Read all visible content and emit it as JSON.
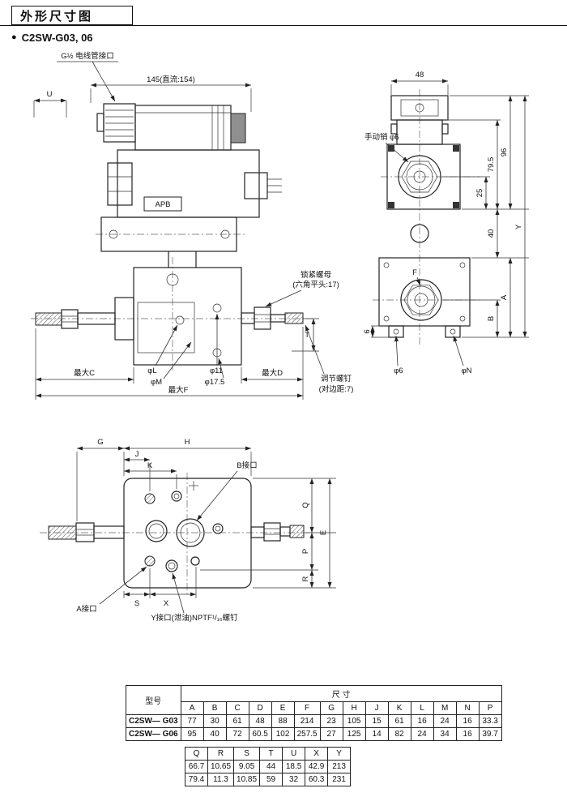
{
  "page": {
    "title": "外形尺寸图",
    "bullet": "●",
    "model_line": "C2SW-G03, 06"
  },
  "front_view": {
    "conduit_label": "G½ 电线管接口",
    "dim_width": "145(直流:154)",
    "dim_u": "U",
    "body_label": "APB",
    "lock_nut_line1": "锁紧螺母",
    "lock_nut_line2": "(六角平头:17)",
    "dim_t": "T",
    "dim_phi_l": "φL",
    "dim_phi_m": "φM",
    "dim_phi_11": "φ11",
    "dim_phi_17_5": "φ17.5",
    "dim_max_c": "最大C",
    "dim_max_d": "最大D",
    "dim_max_f": "最大F",
    "adj_screw_line1": "调节螺钉",
    "adj_screw_line2": "(对边距:7)"
  },
  "side_view": {
    "dim_48": "48",
    "manual_pin_label": "手动销 φ6",
    "dim_25": "25",
    "dim_79_5": "79.5",
    "dim_96": "96",
    "dim_40": "40",
    "dim_y": "Y",
    "dim_a": "A",
    "dim_b": "B",
    "dim_6": "6",
    "port_f": "F",
    "dim_phi_6": "φ6",
    "dim_phi_n": "φN"
  },
  "bottom_view": {
    "dim_g": "G",
    "dim_h": "H",
    "dim_j": "J",
    "dim_k": "K",
    "port_b_label": "B接口",
    "dim_q": "Q",
    "dim_p": "P",
    "dim_r": "R",
    "dim_e": "E",
    "dim_s": "S",
    "dim_x": "X",
    "port_a_label": "A接口",
    "port_y_label": "Y接口(泄油)NPTF¹/₁₆螺钉"
  },
  "main_table": {
    "model_header": "型号",
    "size_header": "尺 寸",
    "columns": [
      "A",
      "B",
      "C",
      "D",
      "E",
      "F",
      "G",
      "H",
      "J",
      "K",
      "L",
      "M",
      "N",
      "P"
    ],
    "rows": [
      {
        "model": "C2SW— G03",
        "values": [
          "77",
          "30",
          "61",
          "48",
          "88",
          "214",
          "23",
          "105",
          "15",
          "61",
          "16",
          "24",
          "16",
          "33.3"
        ]
      },
      {
        "model": "C2SW— G06",
        "values": [
          "95",
          "40",
          "72",
          "60.5",
          "102",
          "257.5",
          "27",
          "125",
          "14",
          "82",
          "24",
          "34",
          "16",
          "39.7"
        ]
      }
    ]
  },
  "extra_table": {
    "columns": [
      "Q",
      "R",
      "S",
      "T",
      "U",
      "X",
      "Y"
    ],
    "rows": [
      [
        "66.7",
        "10.65",
        "9.05",
        "44",
        "18.5",
        "42.9",
        "213"
      ],
      [
        "79.4",
        "11.3",
        "10.85",
        "59",
        "32",
        "60.3",
        "231"
      ]
    ]
  }
}
